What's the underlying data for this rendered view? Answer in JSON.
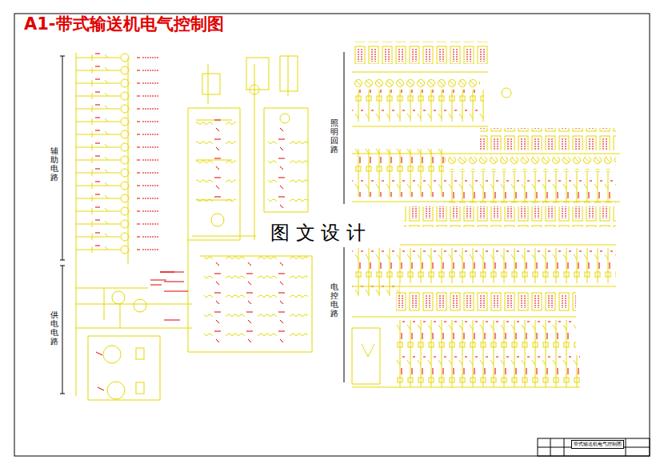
{
  "diagram": {
    "title": "A1-带式输送机电气控制图",
    "nodes": [
      {
        "text": [
          "带式输送机电气控制图"
        ]
      }
    ],
    "labels": [
      "辅助电路",
      "供电电路",
      "照明回路",
      "电控电路",
      "图 文 设 计"
    ]
  }
}
